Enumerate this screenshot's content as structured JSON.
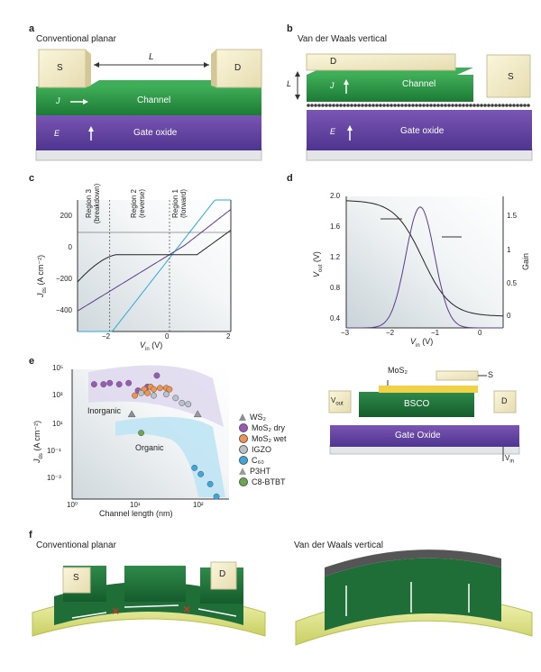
{
  "panel_a": {
    "letter": "a",
    "title": "Conventional planar",
    "s": "S",
    "d": "D",
    "l": "L",
    "j": "J",
    "channel": "Channel",
    "e": "E",
    "gate": "Gate oxide"
  },
  "panel_b": {
    "letter": "b",
    "title": "Van der Waals vertical",
    "d": "D",
    "s": "S",
    "l": "L",
    "j": "J",
    "channel": "Channel",
    "e": "E",
    "gate": "Gate oxide"
  },
  "panel_c": {
    "letter": "c",
    "region3": "Region 3",
    "region3b": "(breakdown)",
    "region2": "Region 2",
    "region2b": "(reverse)",
    "region1": "Region 1",
    "region1b": "(forward)",
    "ylabel": "J",
    "ylabel_sub": "ds",
    "ylabel_unit": "(A cm⁻²)",
    "xlabel": "V",
    "xlabel_sub": "in",
    "xlabel_unit": "(V)",
    "yticks": [
      "200",
      "0",
      "−200",
      "−400"
    ],
    "xticks": [
      "−2",
      "0",
      "2"
    ],
    "colors": {
      "blue": "#2aa9d8",
      "purple": "#5b3b8c",
      "black": "#222222"
    }
  },
  "panel_d": {
    "letter": "d",
    "ylabel": "V",
    "ylabel_sub": "out",
    "ylabel_unit": "(V)",
    "y2label": "Gain",
    "xlabel": "V",
    "xlabel_sub": "in",
    "xlabel_unit": "(V)",
    "yticks": [
      "2.0",
      "1.6",
      "1.2",
      "0.8",
      "0.4"
    ],
    "y2ticks": [
      "1.5",
      "1",
      "0.5",
      "0"
    ],
    "xticks": [
      "−3",
      "−2",
      "−1",
      "0"
    ]
  },
  "panel_e": {
    "letter": "e",
    "ylabel": "J",
    "ylabel_sub": "ds",
    "ylabel_unit": "(A cm⁻²)",
    "xlabel": "Channel length (nm)",
    "yticks": [
      "10⁵",
      "10³",
      "10¹",
      "10⁻¹",
      "10⁻³"
    ],
    "xticks": [
      "10⁰",
      "10¹",
      "10²"
    ],
    "inorganic": "Inorganic",
    "organic": "Organic",
    "legend": [
      {
        "shape": "triangle",
        "color": "#8a8f96",
        "label": "WS₂"
      },
      {
        "shape": "circle",
        "color": "#9b59b6",
        "label": "MoS₂ dry"
      },
      {
        "shape": "circle",
        "color": "#f0944d",
        "label": "MoS₂ wet"
      },
      {
        "shape": "circle",
        "color": "#b9c2c9",
        "label": "IGZO"
      },
      {
        "shape": "circle",
        "color": "#3aa7dd",
        "label": "C₆₀"
      },
      {
        "shape": "triangle",
        "color": "#9a9a9a",
        "label": "P3HT"
      },
      {
        "shape": "circle",
        "color": "#6aa84f",
        "label": "C8-BTBT"
      }
    ],
    "device": {
      "mos2": "MoS₂",
      "s": "S",
      "vout": "V",
      "vout_sub": "out",
      "bsco": "BSCO",
      "d": "D",
      "gate": "Gate Oxide",
      "vin": "V",
      "vin_sub": "in"
    }
  },
  "panel_f": {
    "letter": "f",
    "title_left": "Conventional planar",
    "title_right": "Van der Waals vertical",
    "s": "S",
    "d": "D"
  }
}
